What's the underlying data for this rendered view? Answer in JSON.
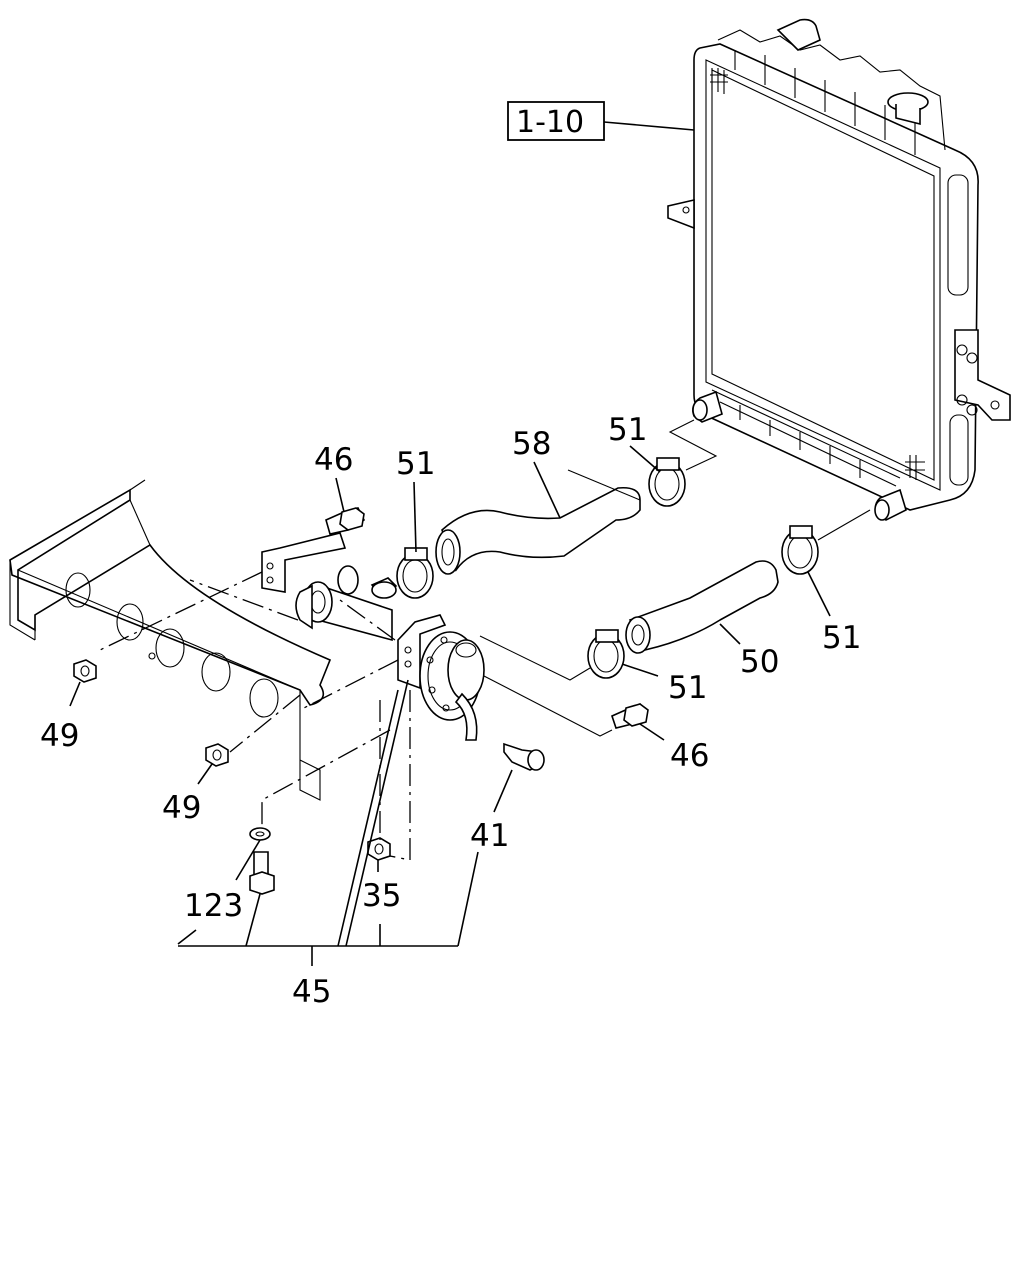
{
  "diagram": {
    "reference_box": "1-10",
    "callouts": {
      "p46_top": "46",
      "p51_left": "51",
      "p58": "58",
      "p51_top": "51",
      "p51_right": "51",
      "p50": "50",
      "p51_mid": "51",
      "p46_mid": "46",
      "p49_left": "49",
      "p49_low": "49",
      "p41": "41",
      "p123": "123",
      "p35": "35",
      "p45": "45"
    }
  }
}
